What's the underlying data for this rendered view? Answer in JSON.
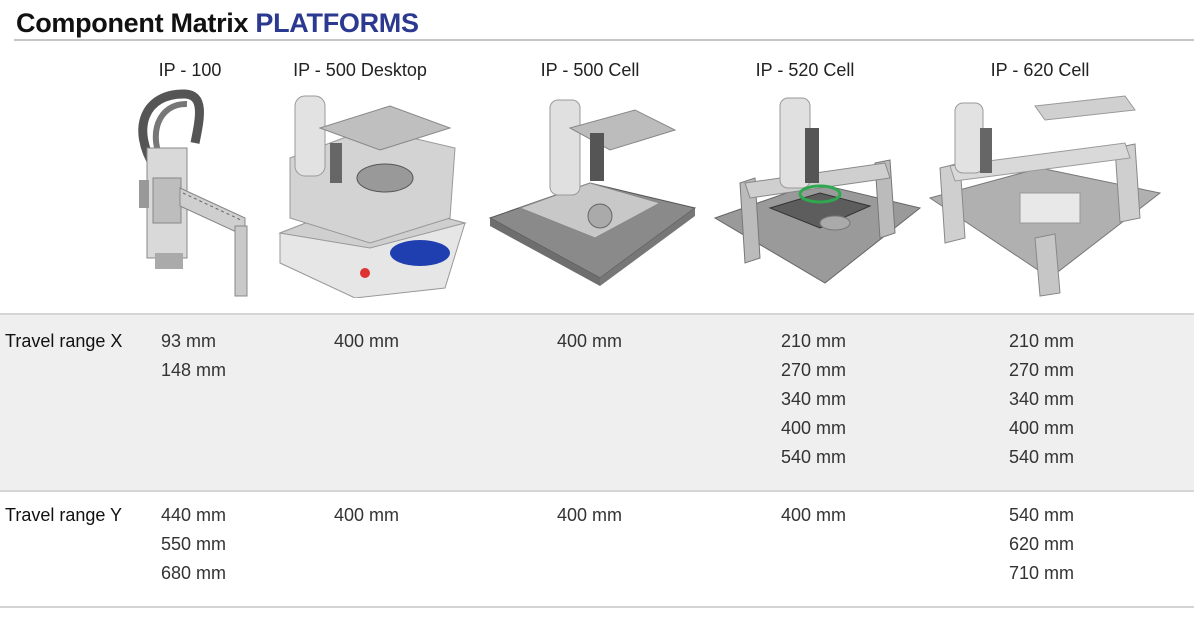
{
  "title": {
    "main": "Component Matrix",
    "accent": "PLATFORMS"
  },
  "platforms": [
    {
      "name": "IP - 100",
      "icon": "ip-100-robot-icon"
    },
    {
      "name": "IP - 500 Desktop",
      "icon": "ip-500-desktop-robot-icon"
    },
    {
      "name": "IP - 500 Cell",
      "icon": "ip-500-cell-robot-icon"
    },
    {
      "name": "IP - 520 Cell",
      "icon": "ip-520-cell-robot-icon"
    },
    {
      "name": "IP - 620 Cell",
      "icon": "ip-620-cell-robot-icon"
    }
  ],
  "rows": [
    {
      "label": "Travel range X",
      "values": [
        [
          "93 mm",
          "148 mm"
        ],
        [
          "400 mm"
        ],
        [
          "400 mm"
        ],
        [
          "210 mm",
          "270 mm",
          "340 mm",
          "400 mm",
          "540 mm"
        ],
        [
          "210 mm",
          "270 mm",
          "340 mm",
          "400 mm",
          "540 mm"
        ]
      ]
    },
    {
      "label": "Travel range Y",
      "values": [
        [
          "440 mm",
          "550 mm",
          "680 mm"
        ],
        [
          "400 mm"
        ],
        [
          "400 mm"
        ],
        [
          "400 mm"
        ],
        [
          "540 mm",
          "620 mm",
          "710 mm"
        ]
      ]
    }
  ],
  "colors": {
    "accent": "#2b3990",
    "row_band": "#efefef",
    "machine_gray": "#b8b8b8",
    "button_blue": "#1f3fb0",
    "platter_green": "#2fa84f"
  }
}
